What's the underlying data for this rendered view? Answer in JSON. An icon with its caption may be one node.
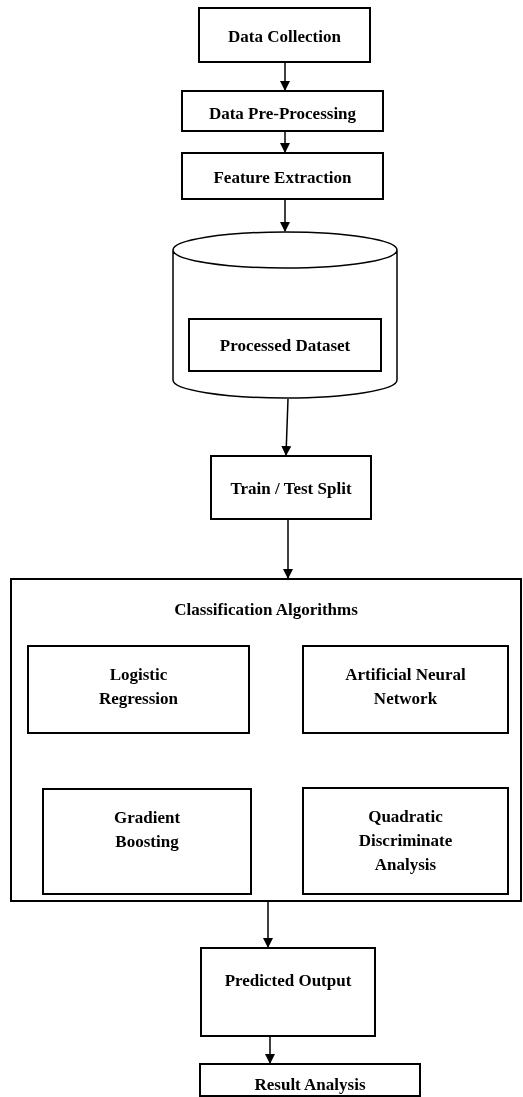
{
  "diagram": {
    "nodes": [
      {
        "text": [
          "Data Collection"
        ]
      },
      {
        "text": [
          "Data Pre-Processing"
        ]
      },
      {
        "text": [
          "Feature Extraction"
        ]
      },
      {
        "text": [],
        "shape": "cylinder"
      },
      {
        "text": [
          "Processed Dataset"
        ],
        "in": 3
      },
      {
        "text": [
          "Train / Test Split"
        ]
      },
      {
        "text": [
          "Classification Algorithms"
        ]
      },
      {
        "text": [
          "Logistic Regression"
        ],
        "in": 6
      },
      {
        "text": [
          "Artificial Neural Network"
        ],
        "in": 6
      },
      {
        "text": [
          "Gradient Boosting"
        ],
        "in": 6
      },
      {
        "text": [
          "Quadratic Discriminate Analysis"
        ],
        "in": 6
      },
      {
        "text": [
          "Predicted Output"
        ]
      },
      {
        "text": [
          "Result Analysis"
        ]
      }
    ],
    "edges": [
      {
        "from": 0,
        "to": 1,
        "arrow": "to"
      },
      {
        "from": 1,
        "to": 2,
        "arrow": "to"
      },
      {
        "from": 2,
        "to": 3,
        "arrow": "to"
      },
      {
        "from": 3,
        "to": 5,
        "arrow": "to"
      },
      {
        "from": 5,
        "to": 6,
        "arrow": "to"
      },
      {
        "from": 6,
        "to": 11,
        "arrow": "to"
      },
      {
        "from": 11,
        "to": 12,
        "arrow": "to"
      }
    ]
  }
}
